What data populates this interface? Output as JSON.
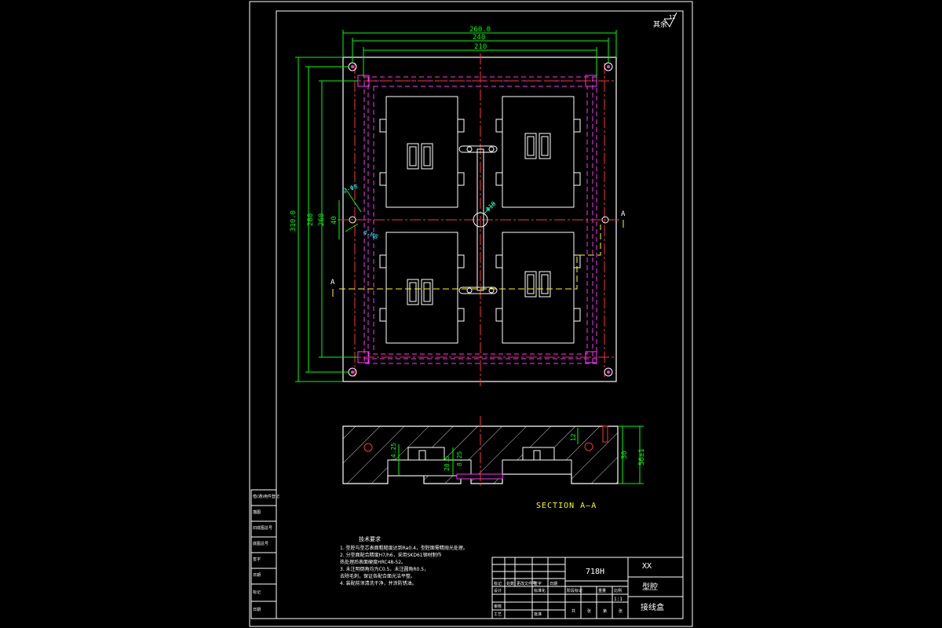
{
  "colors": {
    "background": "#000000",
    "line": "#ffffff",
    "dimension": "#00ff00",
    "centerline": "#ff3333",
    "hidden": "#ff33ff",
    "note": "#00ffff",
    "section_label": "#ffff00"
  },
  "roughness": {
    "label": "其余",
    "value": "12"
  },
  "dimensions": {
    "overall_width": "260.0",
    "width_240": "240",
    "width_210": "210",
    "overall_height": "310.0",
    "height_280": "280",
    "height_260": "260",
    "height_40": "40",
    "hole_note_1": "2-Φ8",
    "hole_note_2": "4-M8",
    "gate_dia": "Φ18"
  },
  "section_marks": {
    "a_right": "A",
    "a_left": "A"
  },
  "section": {
    "title": "SECTION  A—A",
    "dim_30": "30",
    "dim_56": "56±1",
    "dim_14": "14.25",
    "dim_28": "28.5",
    "dim_8": "8.25",
    "dim_12": "12"
  },
  "tech_requirements": {
    "title": "技术要求",
    "lines": [
      "1. 型腔与型芯表面粗糙度达到Ra0.4，型腔面需精抛光处理。",
      "2. 分型面配合精度H7/h6，采用SKD61钢材制作",
      "   热处理后表面硬度HRC48-52。",
      "3. 未注明倒角均为C0.5，未注圆角R0.5，",
      "   去除毛刺，保证各配合面光洁平整。",
      "4. 装配前须清洗干净，并涂防锈油。"
    ]
  },
  "side_table": [
    "借(通)用件登记",
    "描图",
    "旧底图总号",
    "底图总号",
    "签字",
    "日期",
    "标记",
    "日期"
  ],
  "title_block": {
    "code": "718H",
    "company": "XX",
    "part_name": "型腔",
    "product": "接线盒",
    "rev_cols": [
      "标记",
      "处数",
      "更改文件号",
      "签字",
      "日期"
    ],
    "design_row": [
      "设计",
      "标准化",
      "阶段标记",
      "重量",
      "比例"
    ],
    "sign_rows": [
      "审核",
      "工艺",
      "批准"
    ],
    "sheet_row": [
      "共",
      "张",
      "第",
      "张"
    ],
    "scale": "1:1"
  }
}
